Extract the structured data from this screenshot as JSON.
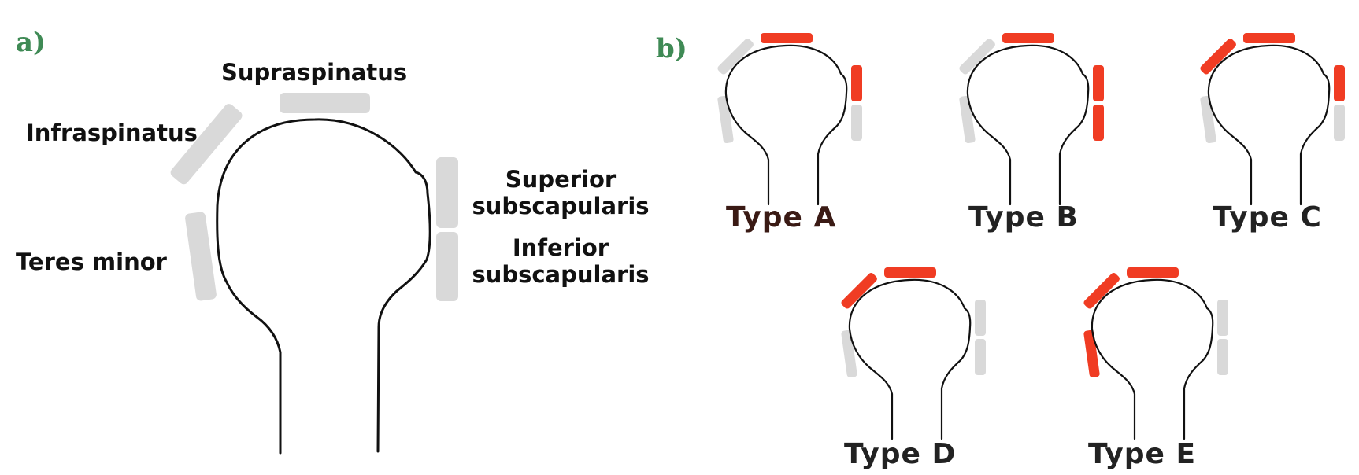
{
  "panel_a": {
    "label": "a)",
    "muscles": {
      "supraspinatus": "Supraspinatus",
      "infraspinatus": "Infraspinatus",
      "teres_minor": "Teres minor",
      "superior_subscapularis": "Superior\nsubscapularis",
      "inferior_subscapularis": "Inferior\nsubscapularis"
    }
  },
  "panel_b": {
    "label": "b)",
    "types": [
      {
        "label": "Type A",
        "torn": [
          "supraspinatus",
          "superior_subscapularis"
        ]
      },
      {
        "label": "Type B",
        "torn": [
          "supraspinatus",
          "superior_subscapularis",
          "inferior_subscapularis"
        ]
      },
      {
        "label": "Type C",
        "torn": [
          "supraspinatus",
          "infraspinatus",
          "superior_subscapularis"
        ]
      },
      {
        "label": "Type D",
        "torn": [
          "supraspinatus",
          "infraspinatus"
        ]
      },
      {
        "label": "Type E",
        "torn": [
          "supraspinatus",
          "infraspinatus",
          "teres_minor"
        ]
      }
    ]
  },
  "colors": {
    "intact_tendon": "#d9d9d9",
    "torn_tendon": "#f03c23",
    "bone_outline": "#111111",
    "panel_label": "#3f8a55"
  }
}
